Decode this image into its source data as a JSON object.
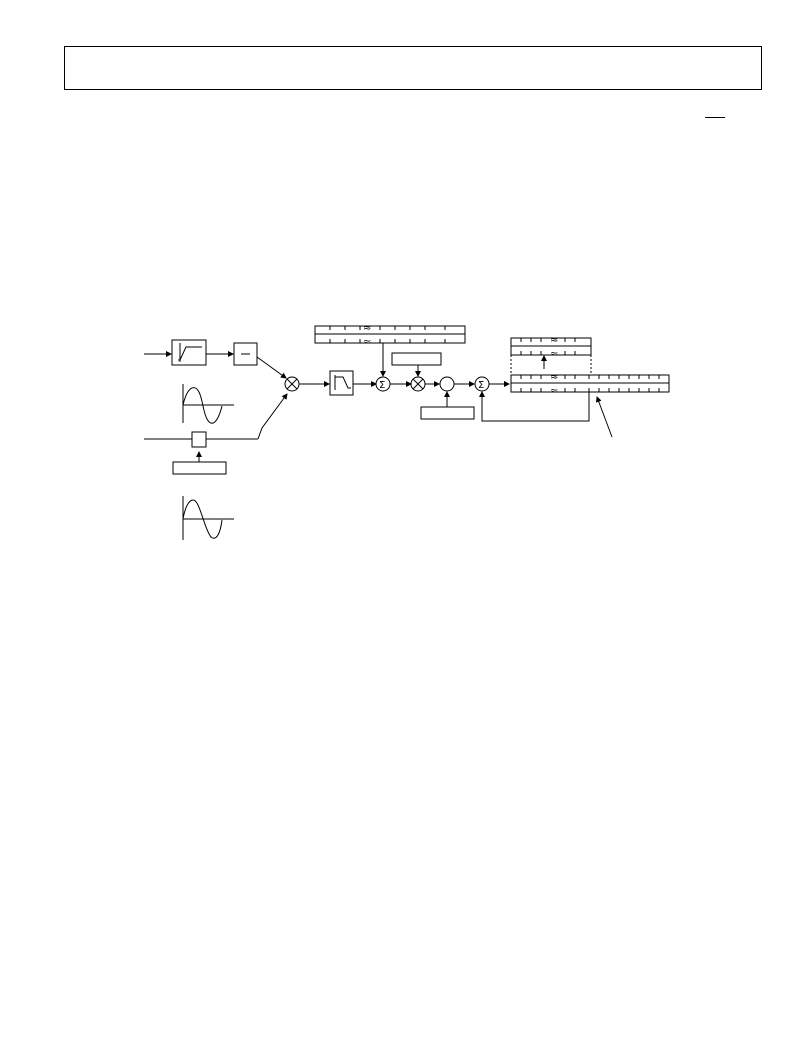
{
  "header": {},
  "diagram": {
    "nodes": [
      {
        "id": "highpass-filter"
      },
      {
        "id": "negation-block",
        "label": "−"
      },
      {
        "id": "multiplier-1"
      },
      {
        "id": "lowpass-filter"
      },
      {
        "id": "summer-1",
        "label": "Σ"
      },
      {
        "id": "multiplier-2"
      },
      {
        "id": "circle-block"
      },
      {
        "id": "summer-2",
        "label": "Σ"
      },
      {
        "id": "delay-block"
      }
    ]
  }
}
